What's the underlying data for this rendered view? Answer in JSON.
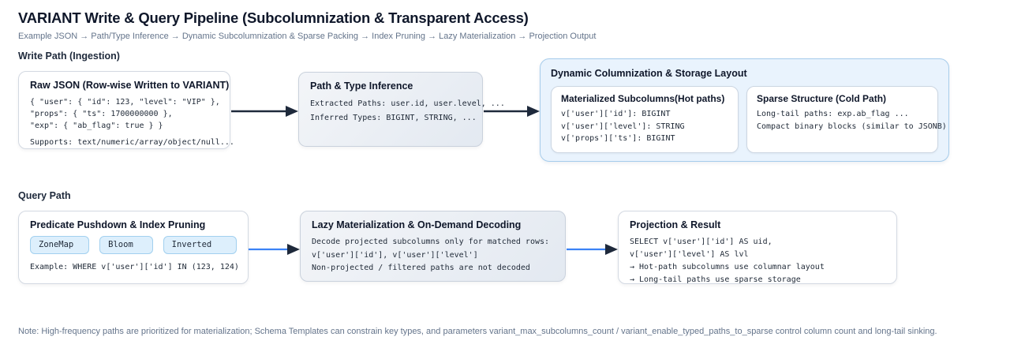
{
  "page": {
    "title": "VARIANT Write & Query Pipeline (Subcolumnization & Transparent Access)",
    "subtitle": "Example JSON → Path/Type Inference → Dynamic Subcolumnization & Sparse Packing → Index Pruning → Lazy Materialization → Projection Output",
    "footer_note": "Note: High-frequency paths are prioritized for materialization; Schema Templates can constrain key types, and parameters variant_max_subcolumns_count / variant_enable_typed_paths_to_sparse control column count and long-tail sinking."
  },
  "write_path": {
    "section_label": "Write Path (Ingestion)",
    "raw_json": {
      "title": "Raw JSON (Row-wise Written to VARIANT)",
      "lines": {
        "0": "{ \"user\": { \"id\": 123, \"level\": \"VIP\" },",
        "1": "\"props\": { \"ts\": 1700000000 },",
        "2": "\"exp\": { \"ab_flag\": true } }"
      },
      "supports": "Supports: text/numeric/array/object/null..."
    },
    "inference": {
      "title": "Path & Type Inference",
      "lines": {
        "0": "Extracted Paths: user.id, user.level, ...",
        "1": "Inferred Types: BIGINT, STRING, ..."
      }
    },
    "columnization": {
      "title": "Dynamic Columnization & Storage Layout",
      "materialized": {
        "title": "Materialized Subcolumns(Hot paths)",
        "lines": {
          "0": "v['user']['id']: BIGINT",
          "1": "v['user']['level']: STRING",
          "2": "v['props']['ts']: BIGINT"
        }
      },
      "sparse": {
        "title": "Sparse Structure (Cold Path)",
        "lines": {
          "0": "Long-tail paths: exp.ab_flag ...",
          "1": "Compact binary blocks (similar to JSONB)"
        }
      }
    }
  },
  "query_path": {
    "section_label": "Query Path",
    "pruning": {
      "title": "Predicate Pushdown & Index Pruning",
      "chips": {
        "0": "ZoneMap",
        "1": "Bloom",
        "2": "Inverted"
      },
      "example": "Example: WHERE v['user']['id'] IN (123, 124)"
    },
    "lazy": {
      "title": "Lazy Materialization & On-Demand Decoding",
      "lines": {
        "0": "Decode projected subcolumns only for matched rows:",
        "1": "v['user']['id'], v['user']['level']",
        "2": "Non-projected / filtered paths are not decoded"
      }
    },
    "projection": {
      "title": "Projection & Result",
      "lines": {
        "0": "SELECT v['user']['id'] AS uid,",
        "1": "v['user']['level'] AS lvl",
        "2": "→ Hot-path subcolumns use columnar layout",
        "3": "→ Long-tail paths use sparse storage"
      }
    }
  },
  "colors": {
    "accent_blue": "#3b82f6",
    "dark_navy": "#1e293b",
    "panel_blue_bg": "#e9f3fd",
    "panel_blue_border": "#a6cceb",
    "chip_bg": "#ddeffc",
    "chip_border": "#a2d0ef",
    "muted_text": "#64748b"
  }
}
